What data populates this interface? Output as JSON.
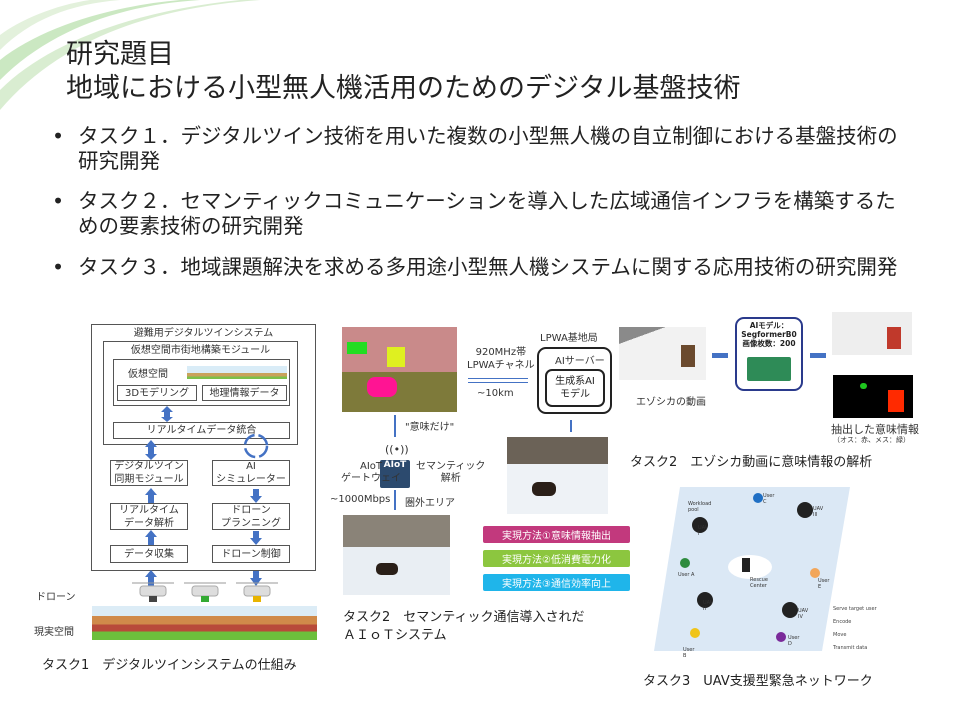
{
  "title": {
    "line1": "研究題目",
    "line2": "地域における小型無人機活用のためのデジタル基盤技術"
  },
  "bullets": [
    {
      "marker": "•",
      "text": "タスク１．デジタルツイン技術を用いた複数の小型無人機の自立制御における基盤技術の研究開発"
    },
    {
      "marker": "•",
      "text": "タスク２．セマンティックコミュニケーションを導入した広域通信インフラを構築するための要素技術の研究開発"
    },
    {
      "marker": "•",
      "text": "タスク３．地域課題解決を求める多用途小型無人機システムに関する応用技術の研究開発"
    }
  ],
  "task1": {
    "system_title": "避難用デジタルツインシステム",
    "module_title": "仮想空間市街地構築モジュール",
    "virtual_space": "仮想空間",
    "modeling": "3Dモデリング",
    "geo_data": "地理情報データ",
    "realtime_integration": "リアルタイムデータ統合",
    "twin_sync": "デジタルツイン\n同期モジュール",
    "ai_sim": "AI\nシミュレーター",
    "realtime_analysis": "リアルタイム\nデータ解析",
    "drone_planning": "ドローン\nプランニング",
    "data_collection": "データ収集",
    "drone_control": "ドローン制御",
    "drone_label": "ドローン",
    "real_space_label": "現実空間",
    "caption": "タスク1　デジタルツインシステムの仕組み"
  },
  "task2a": {
    "semantic_only": "\"意味だけ\"",
    "gateway": "AIoT\nゲートウェイ",
    "device": "AIoT",
    "semantic_analysis": "セマンティック\n解析",
    "bandwidth": "~1000Mbps",
    "out_of_area": "圏外エリア",
    "channel": "920MHz帯\nLPWAチャネル",
    "distance": "~10km",
    "base_station": "LPWA基地局",
    "ai_server": "AIサーバー",
    "gen_ai": "生成系AI\nモデル",
    "methods": [
      {
        "label": "実現方法①意味情報抽出",
        "color": "#c2397d"
      },
      {
        "label": "実現方法②低消費電力化",
        "color": "#8cc63f"
      },
      {
        "label": "実現方法③通信効率向上",
        "color": "#1fb5ea"
      }
    ],
    "caption_line1": "タスク2　セマンティック通信導入されだ",
    "caption_line2": "ＡＩｏＴシステム"
  },
  "task2b": {
    "ai_model": "AIモデル：\nSegformerB0\n画像枚数：200",
    "video_label": "エゾシカの動画",
    "extracted": "抽出した意味情報",
    "legend": "（オス：赤、メス：緑）",
    "caption": "タスク2　エゾシカ動画に意味情報の解析"
  },
  "task3": {
    "nodes": [
      "UAV I",
      "UAV II",
      "UAV III",
      "UAV IV",
      "User A",
      "User B",
      "User C",
      "User D",
      "User E",
      "Rescue Center",
      "Workload pool"
    ],
    "legend": [
      "Serve target user",
      "Encode",
      "Move",
      "Transmit data"
    ],
    "caption": "タスク3　UAV支援型緊急ネットワーク"
  }
}
